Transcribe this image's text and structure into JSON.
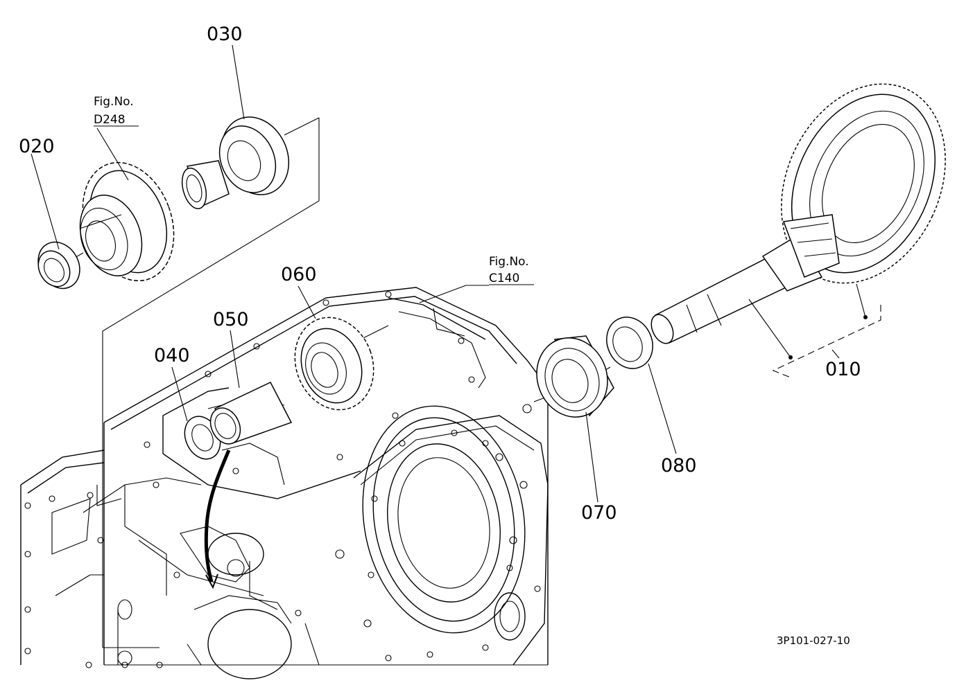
{
  "parts": {
    "p010": "010",
    "p020": "020",
    "p030": "030",
    "p040": "040",
    "p050": "050",
    "p060": "060",
    "p070": "070",
    "p080": "080"
  },
  "figure_refs": {
    "top": {
      "line1": "Fig.No.",
      "line2": "D248"
    },
    "mid": {
      "line1": "Fig.No.",
      "line2": "C140"
    }
  },
  "drawing_code": "3P101-027-10"
}
